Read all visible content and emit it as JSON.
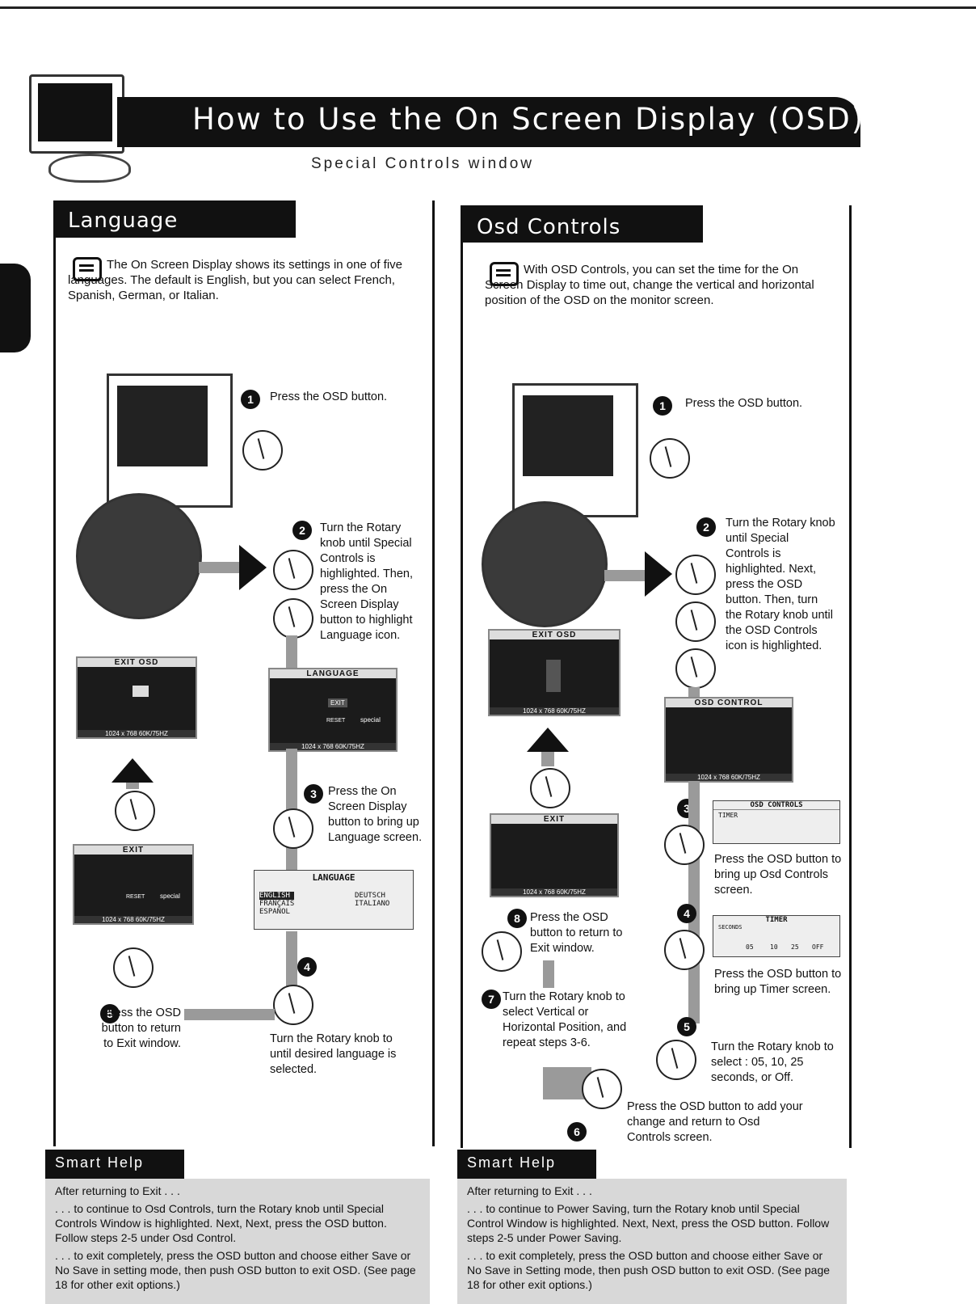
{
  "header": {
    "title": "How to Use the On Screen Display (OSD)",
    "subtitle": "Special Controls window"
  },
  "language": {
    "title": "Language",
    "intro": "The On Screen Display shows its settings in one of five languages. The default is English, but you can select French, Spanish, German, or Italian.",
    "step1": "Press the OSD button.",
    "step2": "Turn the Rotary knob until Special Controls is highlighted. Then, press the On Screen Display button to highlight Language icon.",
    "step3": "Press the On Screen Display button to bring up Language screen.",
    "step4": "Turn the Rotary knob to until desired language is selected.",
    "step5": "Press the OSD button to return to Exit window.",
    "shots": {
      "exit_osd": "EXIT OSD",
      "exit": "EXIT",
      "language": "LANGUAGE",
      "res": "1024 x 768  60K/75HZ",
      "exit_btn": "EXIT",
      "reset": "RESET",
      "special": "special",
      "langs_left": [
        "ENGLISH",
        "FRANÇAIS",
        "ESPAÑOL"
      ],
      "langs_right": [
        "DEUTSCH",
        "ITALIANO"
      ]
    },
    "smart_help": {
      "title": "Smart Help",
      "p1": "After returning to Exit . . .",
      "p2": ". . . to continue to Osd Controls, turn the Rotary knob until Special Controls Window is highlighted. Next, Next, press the OSD button. Follow steps 2-5 under Osd Control.",
      "p3": ". . . to exit completely, press the OSD button and choose either Save or No Save in setting mode, then push OSD button to exit OSD. (See page 18 for other exit options.)"
    }
  },
  "osd": {
    "title": "Osd Controls",
    "intro": "With OSD Controls, you can set the time for the On Screen Display to time out, change the vertical and horizontal position of the OSD on the monitor screen.",
    "step1": "Press the OSD button.",
    "step2": "Turn the Rotary knob until Special Controls is highlighted. Next, press the OSD button. Then, turn the Rotary knob until the OSD Controls icon is highlighted.",
    "step3": "Press the OSD button to bring up Osd Controls screen.",
    "step4": "Press the OSD button to bring up Timer screen.",
    "step5": "Turn the Rotary knob to select : 05, 10, 25 seconds, or Off.",
    "step6": "Press the OSD button to add your change and return to Osd Controls screen.",
    "step7": "Turn the Rotary knob to select Vertical or Horizontal Position, and repeat steps 3-6.",
    "step8": "Press the OSD button to return to Exit window.",
    "shots": {
      "exit_osd": "EXIT OSD",
      "exit": "EXIT",
      "osd_control": "OSD CONTROL",
      "osd_controls": "OSD CONTROLS",
      "timer": "TIMER",
      "seconds": "SECONDS",
      "timer_values": [
        "05",
        "10",
        "25",
        "OFF"
      ],
      "res": "1024 x 768  60K/75HZ"
    },
    "smart_help": {
      "title": "Smart Help",
      "p1": "After returning to Exit . . .",
      "p2": ". . . to continue to Power Saving, turn the Rotary knob until Special Control Window is highlighted. Next, Next, press the OSD button. Follow steps 2-5 under Power Saving.",
      "p3": ". . . to exit completely, press the OSD button and choose either Save or No Save in Setting mode, then push OSD button to exit OSD. (See page 18 for other exit options.)"
    }
  },
  "numbers": [
    "1",
    "2",
    "3",
    "4",
    "5",
    "6",
    "7",
    "8"
  ]
}
